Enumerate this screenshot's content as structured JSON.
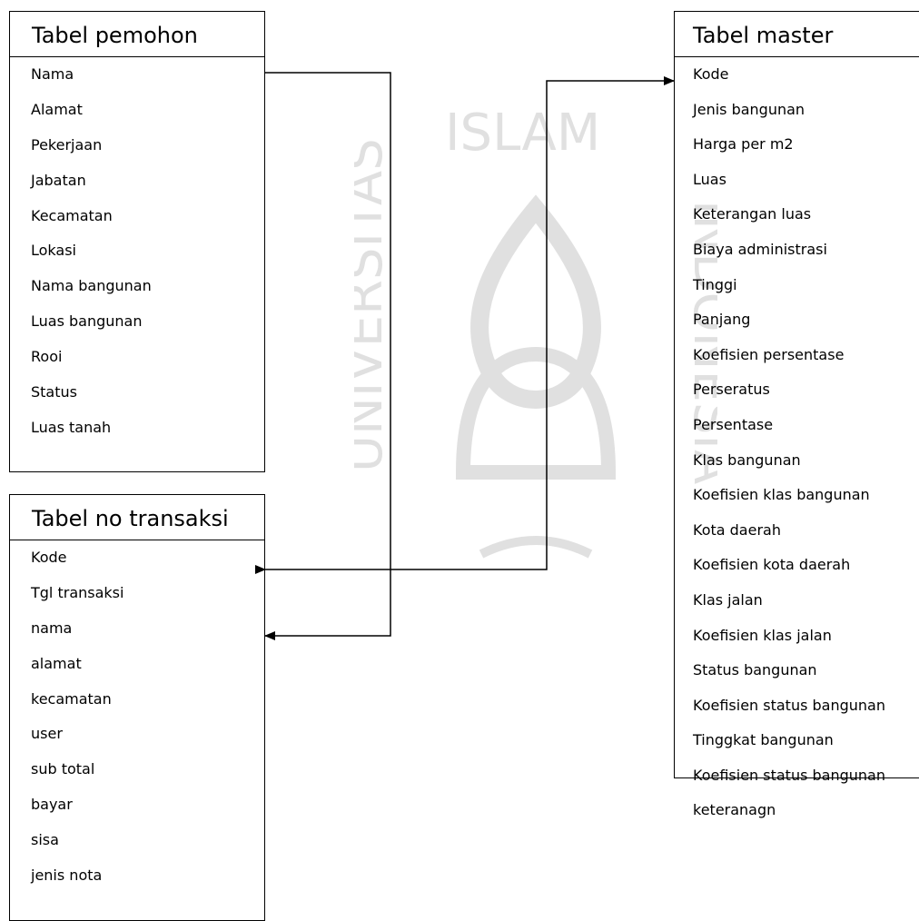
{
  "tables": {
    "pemohon": {
      "title": "Tabel pemohon",
      "fields": [
        "Nama",
        "Alamat",
        "Pekerjaan",
        "Jabatan",
        "Kecamatan",
        "Lokasi",
        "Nama bangunan",
        "Luas bangunan",
        "Rooi",
        "Status",
        "Luas tanah"
      ]
    },
    "no_transaksi": {
      "title": "Tabel no transaksi",
      "fields": [
        "Kode",
        "Tgl transaksi",
        "nama",
        "alamat",
        "kecamatan",
        "user",
        "sub total",
        "bayar",
        "sisa",
        "jenis nota"
      ]
    },
    "master": {
      "title": "Tabel master",
      "fields": [
        "Kode",
        "Jenis bangunan",
        "Harga per m2",
        "Luas",
        "Keterangan luas",
        "Biaya administrasi",
        "Tinggi",
        "Panjang",
        "Koefisien persentase",
        "Perseratus",
        "Persentase",
        "Klas bangunan",
        "Koefisien klas bangunan",
        "Kota daerah",
        "Koefisien kota daerah",
        "Klas jalan",
        "Koefisien klas jalan",
        "Status bangunan",
        "Koefisien status bangunan",
        "Tinggkat bangunan",
        "Koefisien status bangunan",
        "keteranagn"
      ]
    }
  },
  "watermark": {
    "arc_text": "ISLAM",
    "left_text": "UNIVERSITAS",
    "right_text": "INDONESIA"
  }
}
